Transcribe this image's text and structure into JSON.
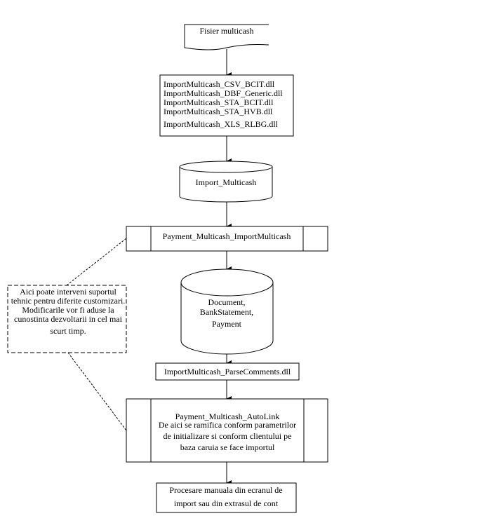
{
  "nodes": {
    "input_file": "Fisier multicash",
    "import_dlls": [
      "ImportMulticash_CSV_BCIT.dll",
      "ImportMulticash_DBF_Generic.dll",
      "ImportMulticash_STA_BCIT.dll",
      "ImportMulticash_STA_HVB.dll",
      "ImportMulticash_XLS_RLBG.dll"
    ],
    "import_db": "Import_Multicash",
    "import_process": "Payment_Multicash_ImportMulticash",
    "tables_db": [
      "Document,",
      "BankStatement,",
      "Payment"
    ],
    "parse_dll": "ImportMulticash_ParseComments.dll",
    "autolink_process": [
      "Payment_Multicash_AutoLink",
      "De aici se ramifica conform parametrilor",
      "de initializare si conform clientului pe",
      "baza caruia se face importul"
    ],
    "manual": [
      "Procesare manuala din ecranul de",
      "import sau din extrasul de cont"
    ]
  },
  "note": [
    "Aici poate interveni suportul",
    "tehnic pentru diferite customizari.",
    "Modificarile vor fi aduse la",
    "cunostinta dezvoltarii in cel mai",
    "scurt timp."
  ]
}
